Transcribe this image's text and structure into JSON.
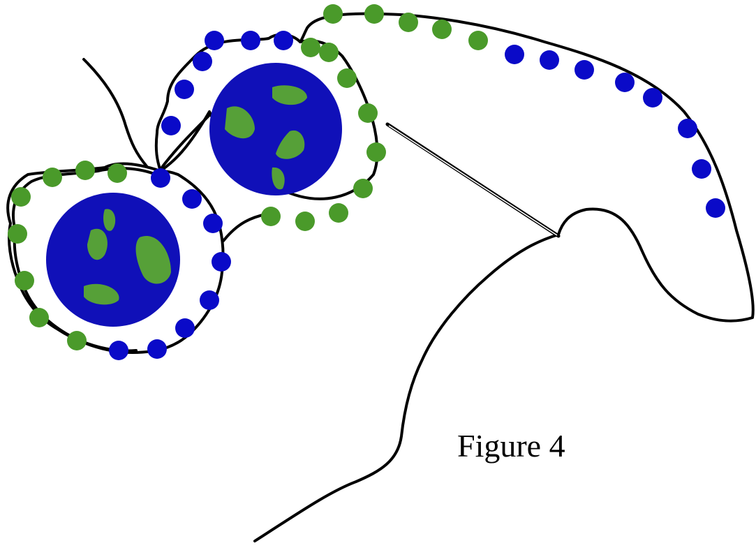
{
  "figure": {
    "caption": "Figure 4",
    "colors": {
      "background": "#ffffff",
      "line": "#000000",
      "blue": "#0a0ac8",
      "green": "#4a9a2a",
      "globe_ocean": "#1010b8",
      "globe_land": "#56a038"
    },
    "globes": [
      {
        "name": "left-globe"
      },
      {
        "name": "upper-globe"
      }
    ]
  }
}
